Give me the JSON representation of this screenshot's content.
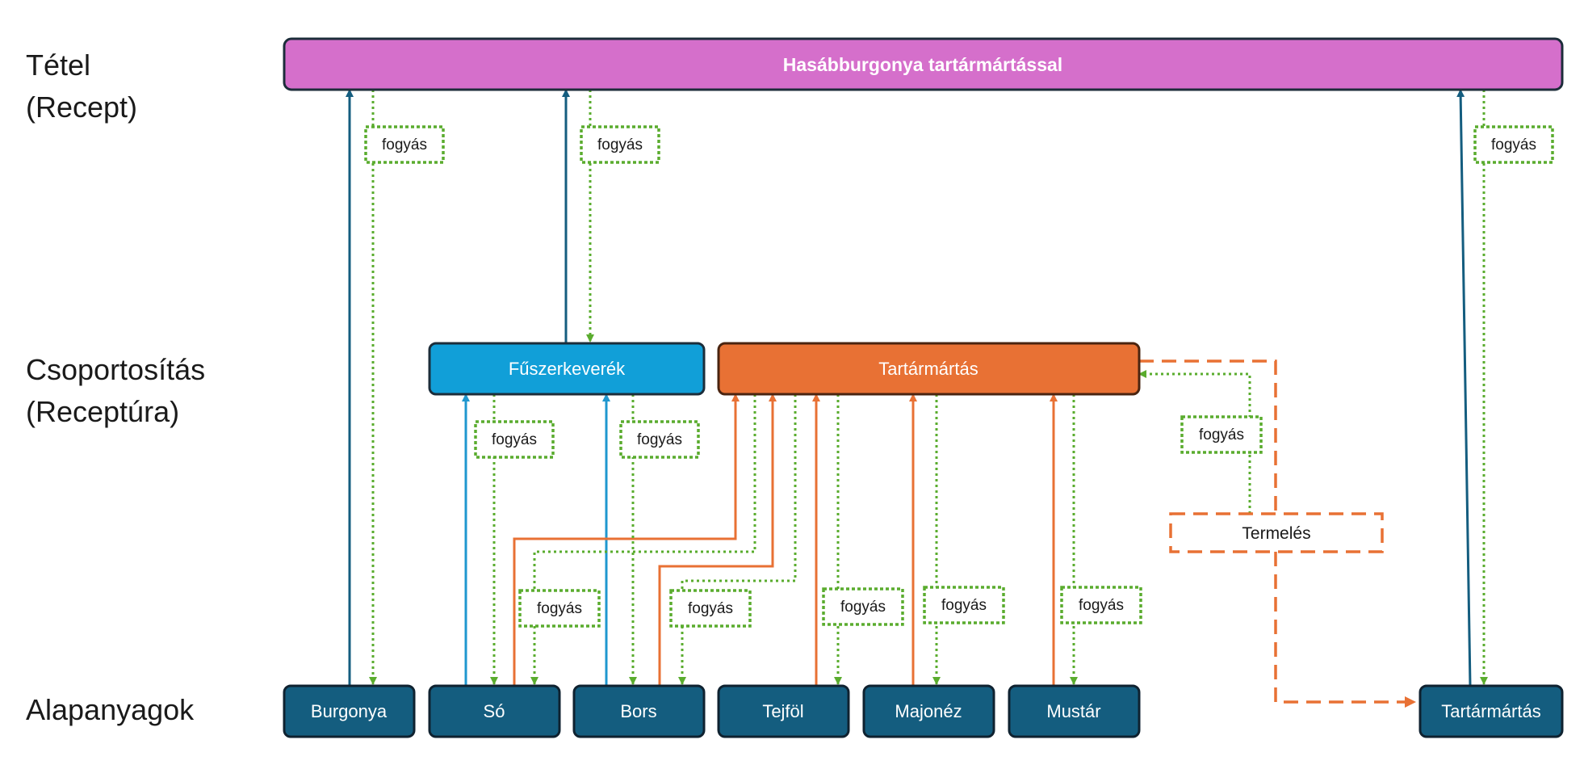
{
  "levels": {
    "tetel_line1": "Tétel",
    "tetel_line2": "(Recept)",
    "csoport_line1": "Csoportosítás",
    "csoport_line2": "(Receptúra)",
    "alapanyag": "Alapanyagok"
  },
  "recipe": {
    "label": "Hasábburgonya tartármártással"
  },
  "groups": {
    "spice": "Fűszerkeverék",
    "sauce": "Tartármártás"
  },
  "ingredients": {
    "burgonya": "Burgonya",
    "so": "Só",
    "bors": "Bors",
    "tejfol": "Tejföl",
    "majonez": "Majonéz",
    "mustar": "Mustár",
    "tartarmartas": "Tartármártás"
  },
  "consumption_label": "fogyás",
  "production_label": "Termelés",
  "colors": {
    "recipe_fill": "#d56fcb",
    "spice_fill": "#119fd8",
    "sauce_fill": "#e87134",
    "ingredient_fill": "#145d7f",
    "dark_link": "#145d7f",
    "spice_link": "#1f97cf",
    "sauce_link": "#e87134",
    "consumption": "#5aac2e",
    "production": "#e87134"
  }
}
